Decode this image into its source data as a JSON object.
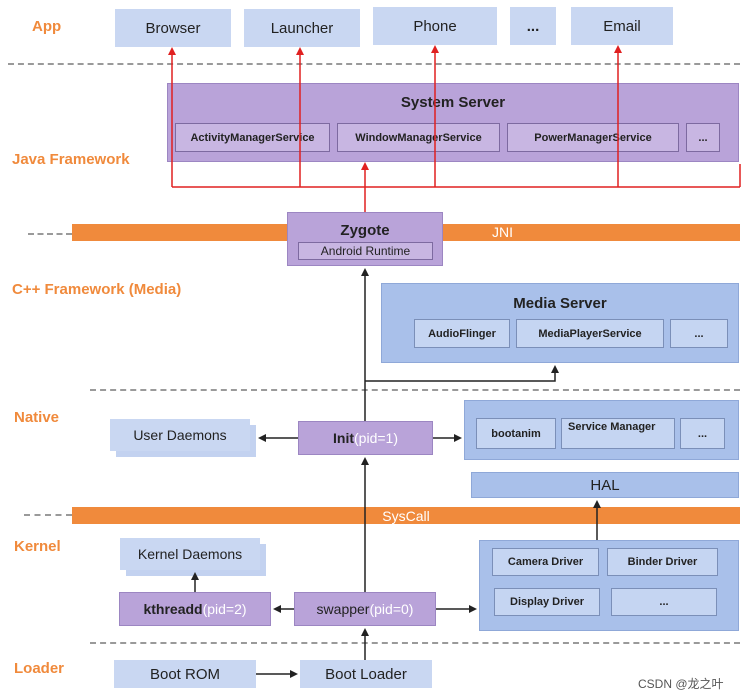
{
  "layers": {
    "app": "App",
    "java": "Java Framework",
    "cpp": "C++ Framework (Media)",
    "native": "Native",
    "kernel": "Kernel",
    "loader": "Loader"
  },
  "apps": [
    "Browser",
    "Launcher",
    "Phone",
    "...",
    "Email"
  ],
  "system_server": {
    "title": "System Server",
    "services": [
      "ActivityManagerService",
      "WindowManagerService",
      "PowerManagerService",
      "..."
    ]
  },
  "bars": {
    "jni": "JNI",
    "syscall": "SysCall"
  },
  "zygote": {
    "title": "Zygote",
    "runtime": "Android Runtime"
  },
  "media_server": {
    "title": "Media Server",
    "services": [
      "AudioFlinger",
      "MediaPlayerService",
      "..."
    ]
  },
  "native": {
    "user_daemons": "User Daemons",
    "init": "Init",
    "init_pid": "(pid=1)",
    "bootanim": "bootanim",
    "service_manager": "Service Manager",
    "more": "...",
    "hal": "HAL"
  },
  "kernel": {
    "kernel_daemons": "Kernel Daemons",
    "kthreadd": "kthreadd",
    "kthreadd_pid": "(pid=2)",
    "swapper": "swapper",
    "swapper_pid": "(pid=0)",
    "drivers": [
      "Camera Driver",
      "Binder Driver",
      "Display Driver",
      "..."
    ]
  },
  "loader": {
    "boot_rom": "Boot  ROM",
    "boot_loader": "Boot Loader"
  },
  "watermark": "CSDN @龙之叶",
  "colors": {
    "layer_label": "#f08a3c",
    "bar": "#f08a3c",
    "purple": "#b9a3d9",
    "blue": "#a9c0ea",
    "arrow_red": "#e02020",
    "arrow_dark": "#222222"
  }
}
